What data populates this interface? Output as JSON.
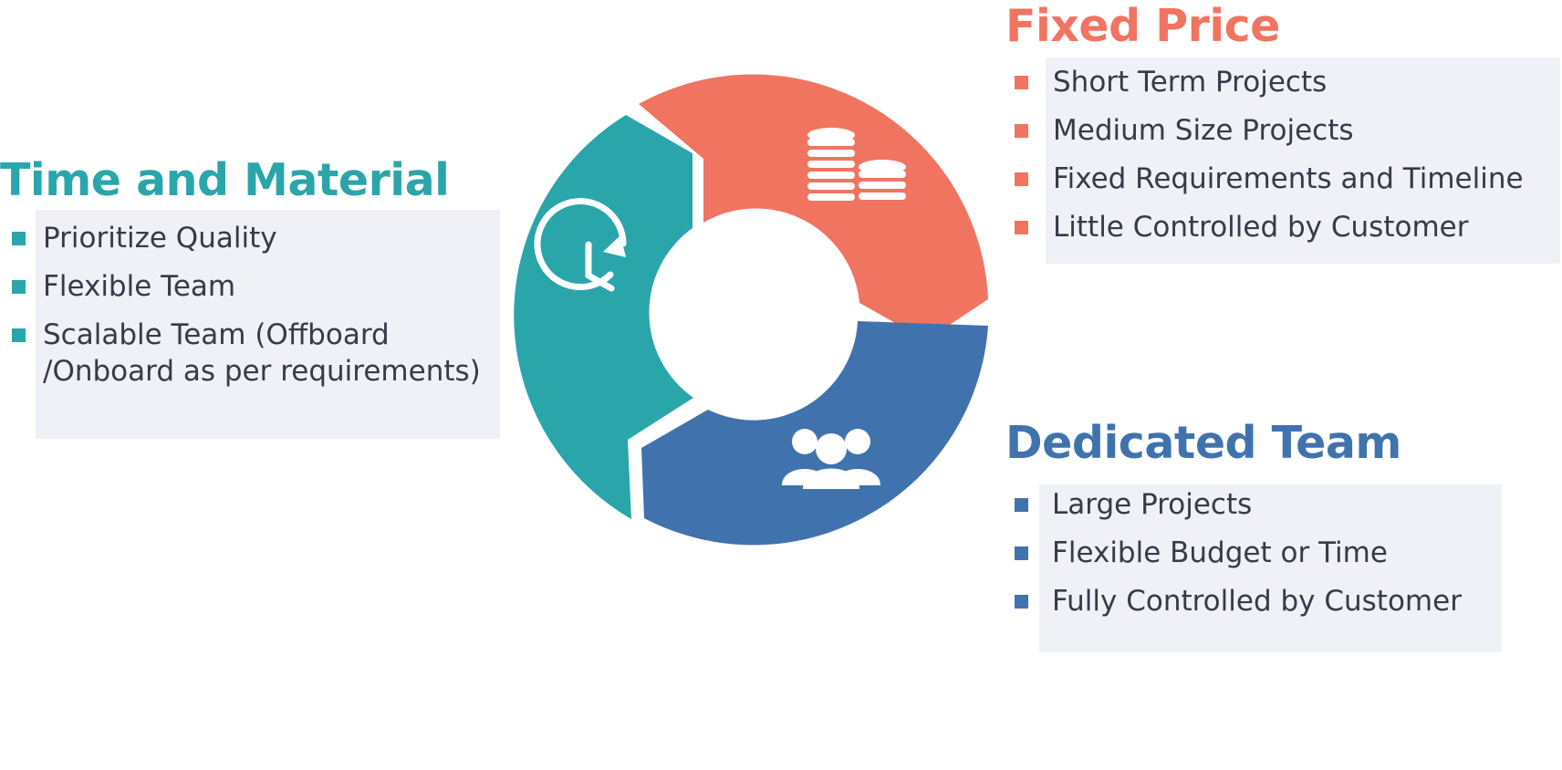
{
  "sections": {
    "time_and_material": {
      "title": "Time and Material",
      "color": "#2aa6ab",
      "icon": "clock-icon",
      "items": [
        "Prioritize Quality",
        "Flexible Team",
        "Scalable Team (Offboard",
        "/Onboard as per requirements)"
      ]
    },
    "fixed_price": {
      "title": "Fixed Price",
      "color": "#f17460",
      "icon": "coins-icon",
      "items": [
        "Short Term Projects",
        "Medium Size Projects",
        "Fixed Requirements and Timeline",
        "Little Controlled by Customer"
      ]
    },
    "dedicated_team": {
      "title": "Dedicated Team",
      "color": "#4073ae",
      "icon": "team-icon",
      "items": [
        "Large Projects",
        "Flexible Budget or Time",
        "Fully Controlled by Customer"
      ]
    }
  }
}
